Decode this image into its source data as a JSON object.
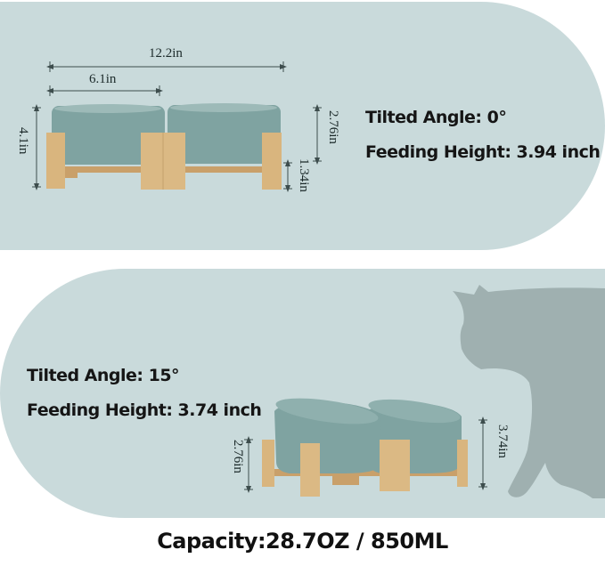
{
  "top_panel": {
    "dimensions": {
      "total_width": "12.2in",
      "bowl_width": "6.1in",
      "total_height": "4.1in",
      "bowl_height": "2.76in",
      "stand_height": "1.34in"
    },
    "specs": {
      "tilted_angle": "Tilted Angle: 0°",
      "feeding_height": "Feeding Height: 3.94 inch"
    }
  },
  "bottom_panel": {
    "dimensions": {
      "bowl_height": "2.76in",
      "total_height": "3.74in"
    },
    "specs": {
      "tilted_angle": "Tilted Angle: 15°",
      "feeding_height": "Feeding Height: 3.74 inch"
    }
  },
  "footer": {
    "capacity": "Capacity:28.7OZ / 850ML"
  },
  "colors": {
    "panel_bg": "#c9dadb",
    "bowl": "#7fa3a1",
    "bamboo": "#d9b57e",
    "cat_silhouette": "#9fb0b0",
    "dimension_line": "#3d4d4d"
  }
}
